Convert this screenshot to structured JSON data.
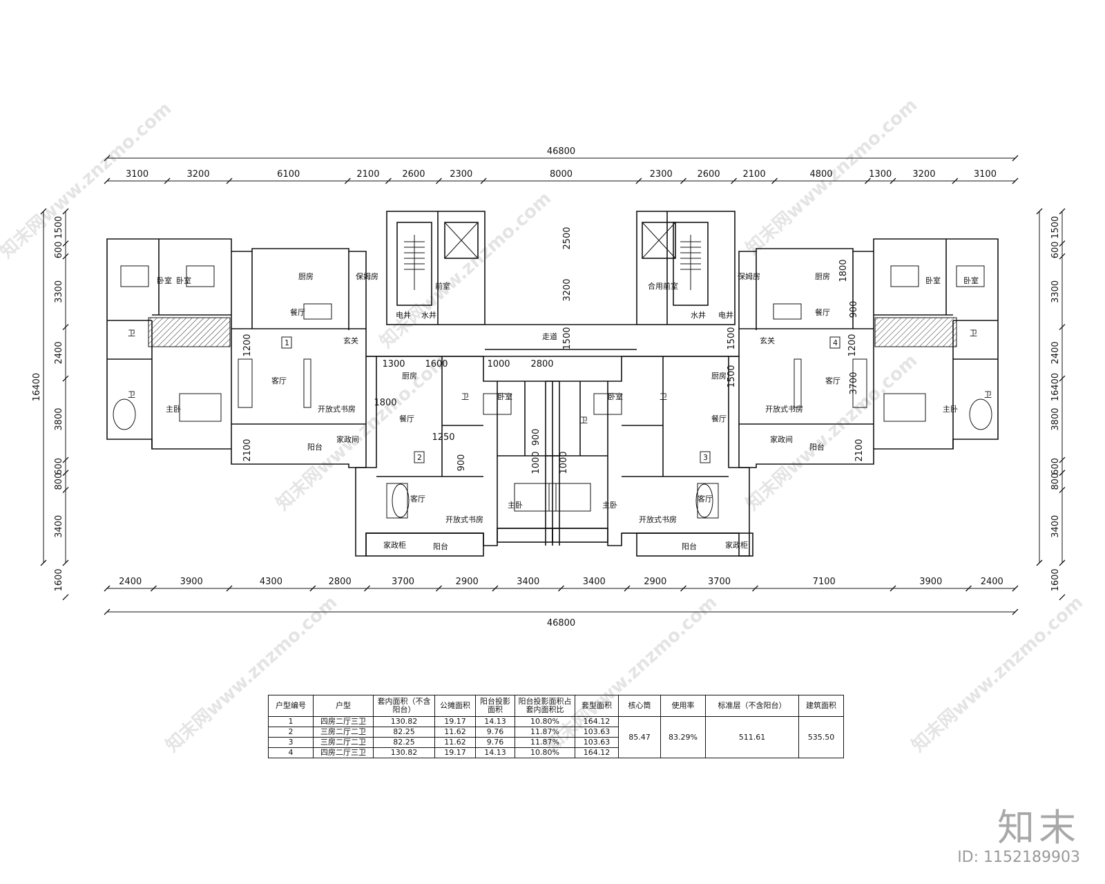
{
  "dims": {
    "top_total": "46800",
    "top_segments": [
      "3100",
      "3200",
      "6100",
      "2100",
      "2600",
      "2300",
      "8000",
      "2300",
      "2600",
      "2100",
      "4800",
      "1300",
      "3200",
      "3100"
    ],
    "bottom_total": "46800",
    "bottom_segments": [
      "2400",
      "3900",
      "4300",
      "2800",
      "3700",
      "2900",
      "3400",
      "3400",
      "2900",
      "3700",
      "7100",
      "3900",
      "2400"
    ],
    "left_total": "16400",
    "left_segments": [
      "1500",
      "600",
      "3300",
      "2400",
      "3800",
      "600",
      "800",
      "3400",
      "1600"
    ],
    "right_total": "16400",
    "right_segments": [
      "1500",
      "600",
      "3300",
      "2400",
      "3800",
      "600",
      "800",
      "3400",
      "1600"
    ],
    "inner": [
      "2500",
      "3200",
      "1500",
      "1500",
      "1500",
      "1300",
      "1600",
      "1000",
      "2800",
      "1800",
      "1250",
      "900",
      "1000",
      "1000",
      "900",
      "1200",
      "1200",
      "2100",
      "2100",
      "3700",
      "900",
      "1800"
    ]
  },
  "rooms": {
    "bedroom": "卧室",
    "kitchen": "厨房",
    "dining": "餐厅",
    "living": "客厅",
    "bath": "卫",
    "master": "主卧",
    "study": "开放式书房",
    "balcony": "阳台",
    "laundry": "家政间",
    "laundry2": "家政柜",
    "corridor": "走道",
    "lobby": "前室",
    "shared_lobby": "合用前室",
    "pipe": "电井",
    "water": "水井",
    "entry": "玄关",
    "storage": "保姆房",
    "unit_1": "1",
    "unit_2": "2",
    "unit_3": "3",
    "unit_4": "4"
  },
  "table": {
    "headers": [
      "户型编号",
      "户型",
      "套内面积（不含阳台）",
      "公摊面积",
      "阳台投影面积",
      "阳台投影面积占套内面积比",
      "套型面积",
      "核心筒",
      "使用率",
      "标准层（不含阳台）",
      "建筑面积"
    ],
    "rows": [
      [
        "1",
        "四房二厅三卫",
        "130.82",
        "19.17",
        "14.13",
        "10.80%",
        "164.12"
      ],
      [
        "2",
        "三房二厅二卫",
        "82.25",
        "11.62",
        "9.76",
        "11.87%",
        "103.63"
      ],
      [
        "3",
        "三房二厅二卫",
        "82.25",
        "11.62",
        "9.76",
        "11.87%",
        "103.63"
      ],
      [
        "4",
        "四房二厅三卫",
        "130.82",
        "19.17",
        "14.13",
        "10.80%",
        "164.12"
      ]
    ],
    "merged": [
      "85.47",
      "83.29%",
      "511.61",
      "535.50"
    ]
  },
  "watermark": "知末网www.znzmo.com",
  "brand": {
    "logo": "知末",
    "id": "ID: 1152189903"
  }
}
